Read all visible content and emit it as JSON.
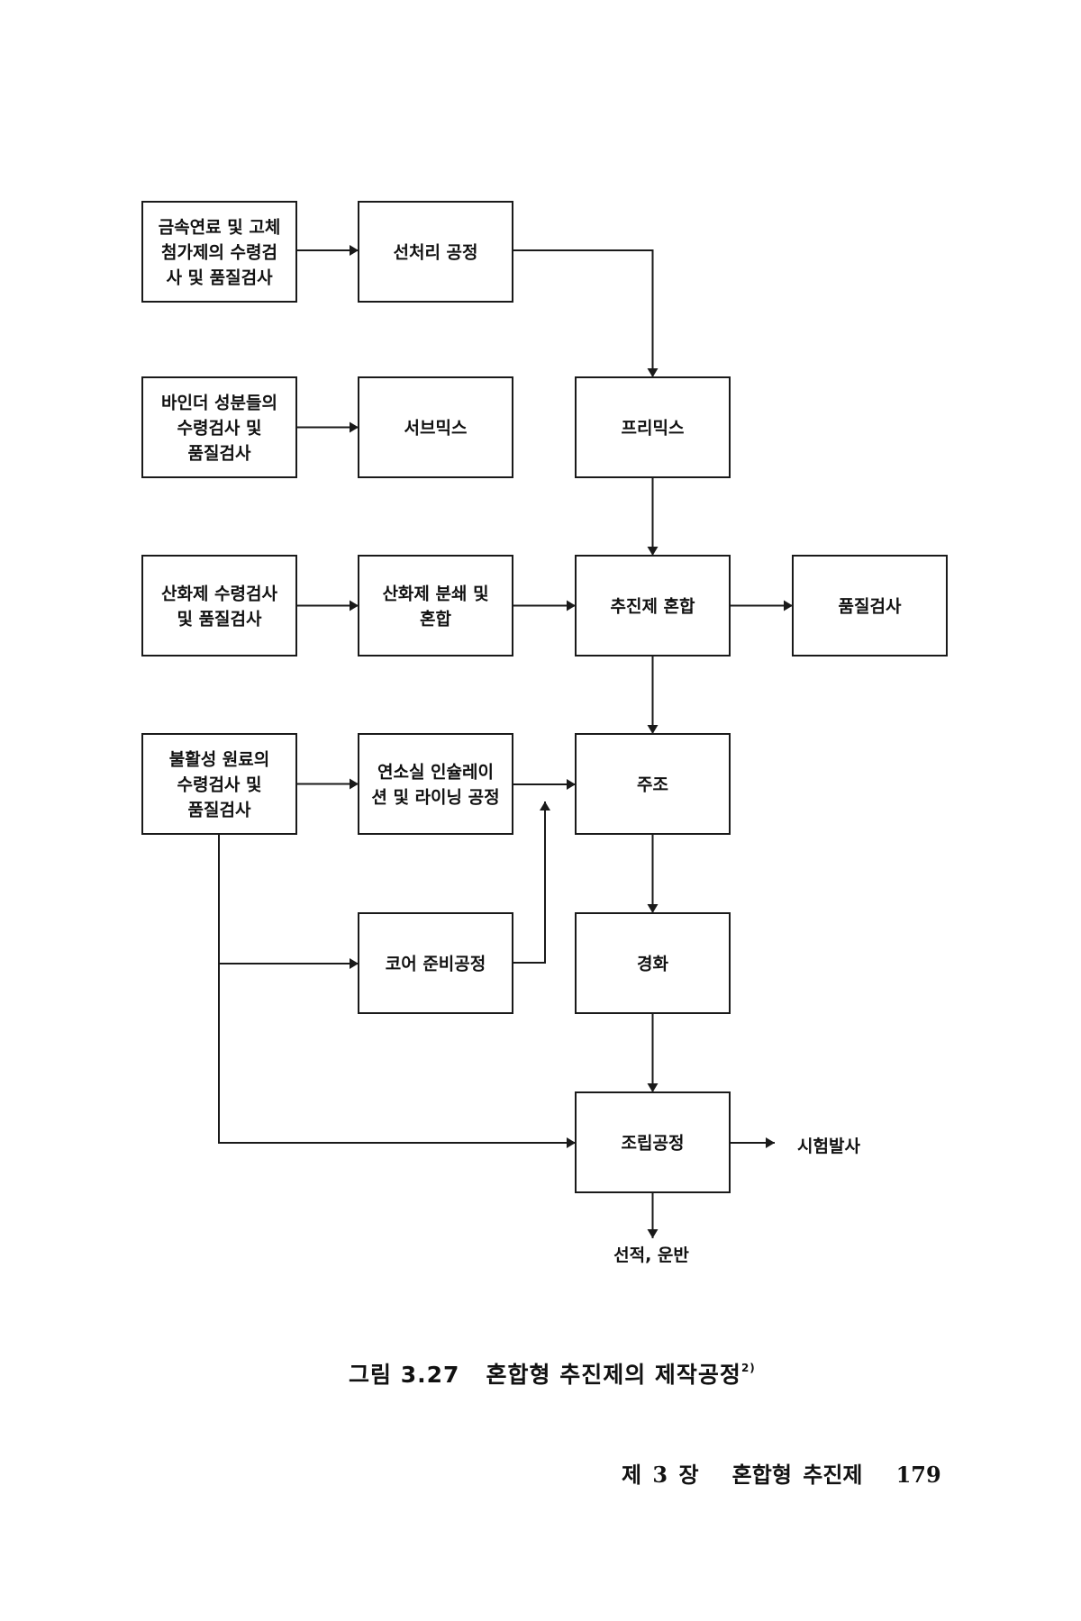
{
  "figure": {
    "caption_prefix": "그림 3.27",
    "caption_title": "혼합형 추진제의 제작공정",
    "caption_footnote": "2)"
  },
  "footer": {
    "chapter": "제 3 장",
    "chapter_title": "혼합형 추진제",
    "page_number": "179"
  },
  "nodes": [
    {
      "id": "metal-fuel-inspection",
      "lines": [
        "금속연료 및 고체",
        "첨가제의 수령검",
        "사 및 품질검사"
      ]
    },
    {
      "id": "pretreatment",
      "lines": [
        "선처리 공정"
      ]
    },
    {
      "id": "binder-inspection",
      "lines": [
        "바인더 성분들의",
        "수령검사 및",
        "품질검사"
      ]
    },
    {
      "id": "submix",
      "lines": [
        "서브믹스"
      ]
    },
    {
      "id": "premix",
      "lines": [
        "프리믹스"
      ]
    },
    {
      "id": "oxidizer-inspection",
      "lines": [
        "산화제 수령검사",
        "및 품질검사"
      ]
    },
    {
      "id": "oxidizer-grinding",
      "lines": [
        "산화제 분쇄 및",
        "혼합"
      ]
    },
    {
      "id": "propellant-mixing",
      "lines": [
        "추진제 혼합"
      ]
    },
    {
      "id": "quality-inspection",
      "lines": [
        "품질검사"
      ]
    },
    {
      "id": "inert-material-inspection",
      "lines": [
        "불활성 원료의",
        "수령검사 및",
        "품질검사"
      ]
    },
    {
      "id": "insulation-lining",
      "lines": [
        "연소실 인슐레이",
        "션 및 라이닝 공정"
      ]
    },
    {
      "id": "casting",
      "lines": [
        "주조"
      ]
    },
    {
      "id": "core-preparation",
      "lines": [
        "코어 준비공정"
      ]
    },
    {
      "id": "curing",
      "lines": [
        "경화"
      ]
    },
    {
      "id": "assembly",
      "lines": [
        "조립공정"
      ]
    }
  ],
  "outputs": [
    {
      "id": "test-firing",
      "label": "시험발사"
    },
    {
      "id": "shipping",
      "label": "선적, 운반"
    }
  ],
  "edges": [
    {
      "from": "metal-fuel-inspection",
      "to": "pretreatment"
    },
    {
      "from": "pretreatment",
      "to": "premix"
    },
    {
      "from": "binder-inspection",
      "to": "submix"
    },
    {
      "from": "premix",
      "to": "propellant-mixing"
    },
    {
      "from": "oxidizer-inspection",
      "to": "oxidizer-grinding"
    },
    {
      "from": "oxidizer-grinding",
      "to": "propellant-mixing"
    },
    {
      "from": "propellant-mixing",
      "to": "quality-inspection"
    },
    {
      "from": "propellant-mixing",
      "to": "casting"
    },
    {
      "from": "inert-material-inspection",
      "to": "insulation-lining"
    },
    {
      "from": "insulation-lining",
      "to": "casting"
    },
    {
      "from": "inert-material-inspection",
      "to": "core-preparation"
    },
    {
      "from": "core-preparation",
      "to": "casting"
    },
    {
      "from": "casting",
      "to": "curing"
    },
    {
      "from": "curing",
      "to": "assembly"
    },
    {
      "from": "inert-material-inspection",
      "to": "assembly"
    },
    {
      "from": "assembly",
      "to": "test-firing"
    },
    {
      "from": "assembly",
      "to": "shipping"
    }
  ]
}
